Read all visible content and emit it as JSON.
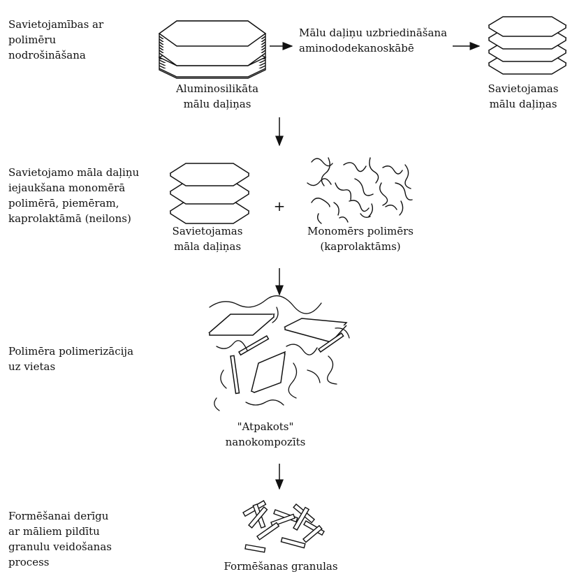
{
  "steps": [
    {
      "description": "Savietojamības ar\npolimēru\nnodrošināšana"
    },
    {
      "description": "Savietojamo māla daļiņu\niejaukšana monomērā\npolimērā, piemēram,\nkaprolaktāmā (neilons)"
    },
    {
      "description": "Polimēra polimerizācija\nuz vietas"
    },
    {
      "description": "Formēšanai derīgu\nar māliem pildītu\ngranulu veidošanas\nprocess"
    }
  ],
  "labels": {
    "aluminosilicate": "Aluminosilikāta\nmālu daļiņas",
    "swelling_step": "Mālu daļiņu uzbriedināšana\naminododekanoskābē",
    "compatible_clay_top": "Savietojamas\nmālu daļiņas",
    "compatible_clay_mid": "Savietojamas\nmāla daļiņas",
    "plus": "+",
    "monomer": "Monomērs polimērs\n(kaprolaktāms)",
    "nanocomposite": "\"Atpakots\"\nnanokompozīts",
    "pellets": "Formēšanas granulas"
  }
}
